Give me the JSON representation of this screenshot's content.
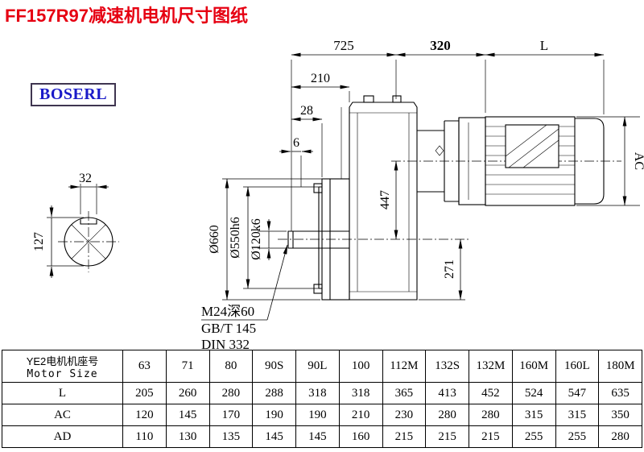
{
  "page": {
    "title": "FF157R97减速机电机尺寸图纸",
    "brand": "BOSERL"
  },
  "colors": {
    "title_red": "#e60012",
    "brand_blue": "#1a1ac8",
    "line_black": "#000000"
  },
  "drawing": {
    "dims": {
      "d725": "725",
      "d320": "320",
      "dL": "L",
      "d210": "210",
      "d28": "28",
      "d6": "6",
      "d32": "32",
      "d127": "127",
      "d447": "447",
      "d271": "271",
      "dAC": "AC",
      "d660": "Ø660",
      "d550": "Ø550h6",
      "d120": "Ø120k6"
    },
    "notes": [
      "M24深60",
      "GB/T 145",
      "DIN 332"
    ]
  },
  "table": {
    "header_cn": "YE2电机机座号",
    "header_en": "Motor Size",
    "sizes": [
      "63",
      "71",
      "80",
      "90S",
      "90L",
      "100",
      "112M",
      "132S",
      "132M",
      "160M",
      "160L",
      "180M"
    ],
    "rows": [
      {
        "label": "L",
        "values": [
          "205",
          "260",
          "280",
          "288",
          "318",
          "318",
          "365",
          "413",
          "452",
          "524",
          "547",
          "635"
        ]
      },
      {
        "label": "AC",
        "values": [
          "120",
          "145",
          "170",
          "190",
          "190",
          "210",
          "230",
          "280",
          "280",
          "315",
          "315",
          "350"
        ]
      },
      {
        "label": "AD",
        "values": [
          "110",
          "130",
          "135",
          "145",
          "145",
          "160",
          "215",
          "215",
          "215",
          "255",
          "255",
          "280"
        ]
      }
    ]
  }
}
